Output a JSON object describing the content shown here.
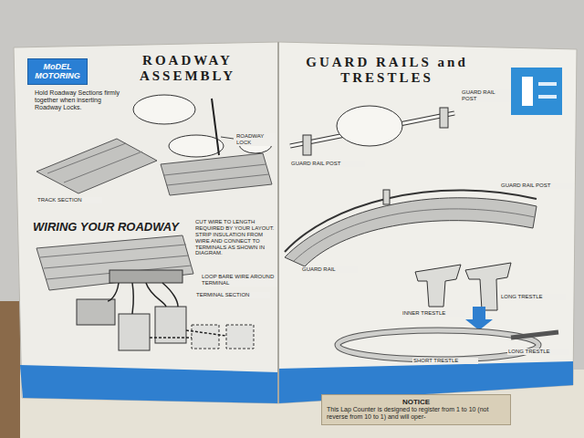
{
  "diagram": {
    "nodes": [
      {
        "text": [
          "MoDEL MOTORING"
        ]
      },
      {
        "text": [
          "NOTICE",
          "This Lap Counter is designed to register from 1 to 10 (not reverse from 10 to 1) and will oper-"
        ]
      }
    ],
    "labels": [
      "ROADWAY ASSEMBLY",
      "GUARD RAILS and TRESTLES",
      "Hold Roadway Sections firmly together when inserting Roadway Locks.",
      "ROADWAY LOCK",
      "TRACK SECTION",
      "WIRING YOUR ROADWAY",
      "CUT WIRE TO LENGTH REQUIRED BY YOUR LAYOUT. STRIP INSULATION FROM WIRE AND CONNECT TO TERMINALS AS SHOWN IN DIAGRAM.",
      "LOOP BARE WIRE AROUND TERMINAL",
      "TERMINAL SECTION",
      "GUARD RAIL POST",
      "GUARD RAIL POST",
      "GUARD RAIL",
      "GUARD RAIL POST",
      "INNER TRESTLE",
      "LONG TRESTLE",
      "SHORT TRESTLE",
      "LONG TRESTLE"
    ]
  }
}
